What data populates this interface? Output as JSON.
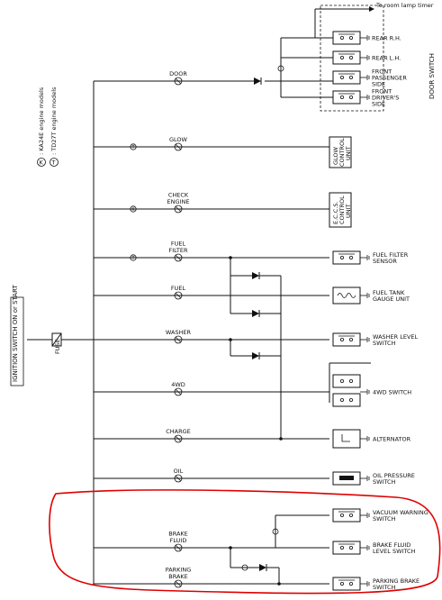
{
  "lamp_note": "To room lamp timer",
  "ignition_switch": "IGNITION SWITCH ON or START",
  "fuse": "FUSE",
  "legend": [
    {
      "mark": "K",
      "text": ": KA24E engine models"
    },
    {
      "mark": "T",
      "text": ": TD27T engine models"
    }
  ],
  "door_switch_group": "DOOR SWITCH",
  "door_switches": [
    {
      "name": "REAR R.H.",
      "lines": [
        "REAR R.H."
      ]
    },
    {
      "name": "REAR L.H.",
      "lines": [
        "REAR L.H."
      ]
    },
    {
      "name": "FRONT PASSENGER SIDE",
      "lines": [
        "FRONT",
        "PASSENGER",
        "SIDE"
      ]
    },
    {
      "name": "FRONT DRIVER'S SIDE",
      "lines": [
        "FRONT",
        "DRIVER'S",
        "SIDE"
      ]
    }
  ],
  "indicators": [
    {
      "label": "DOOR",
      "lines": [
        "DOOR"
      ],
      "marker": ""
    },
    {
      "label": "GLOW",
      "lines": [
        "GLOW"
      ],
      "marker": "T"
    },
    {
      "label": "CHECK ENGINE",
      "lines": [
        "CHECK",
        "ENGINE"
      ],
      "marker": "K"
    },
    {
      "label": "FUEL FILTER",
      "lines": [
        "FUEL",
        "FILTER"
      ],
      "marker": "T"
    },
    {
      "label": "FUEL",
      "lines": [
        "FUEL"
      ],
      "marker": ""
    },
    {
      "label": "WASHER",
      "lines": [
        "WASHER"
      ],
      "marker": ""
    },
    {
      "label": "4WD",
      "lines": [
        "4WD"
      ],
      "marker": ""
    },
    {
      "label": "CHARGE",
      "lines": [
        "CHARGE"
      ],
      "marker": ""
    },
    {
      "label": "OIL",
      "lines": [
        "OIL"
      ],
      "marker": ""
    },
    {
      "label": "BRAKE FLUID",
      "lines": [
        "BRAKE",
        "FLUID"
      ],
      "marker": ""
    },
    {
      "label": "PARKING BRAKE",
      "lines": [
        "PARKING",
        "BRAKE"
      ],
      "marker": ""
    }
  ],
  "glow_unit": [
    "GLOW",
    "CONTROL",
    "UNIT"
  ],
  "eccs_unit": [
    "E.C.C.S.",
    "CONTROL",
    "UNIT"
  ],
  "devices": [
    {
      "name": "FUEL FILTER SENSOR",
      "lines": [
        "FUEL FILTER",
        "SENSOR"
      ]
    },
    {
      "name": "FUEL TANK GAUGE UNIT",
      "lines": [
        "FUEL TANK",
        "GAUGE UNIT"
      ]
    },
    {
      "name": "WASHER LEVEL SWITCH",
      "lines": [
        "WASHER LEVEL",
        "SWITCH"
      ]
    },
    {
      "name": "4WD SWITCH",
      "lines": [
        "4WD SWITCH"
      ]
    },
    {
      "name": "ALTERNATOR",
      "lines": [
        "ALTERNATOR"
      ]
    },
    {
      "name": "OIL PRESSURE SWITCH",
      "lines": [
        "OIL PRESSURE",
        "SWITCH"
      ]
    },
    {
      "name": "VACUUM WARNING SWITCH",
      "lines": [
        "VACUUM WARNING",
        "SWITCH"
      ]
    },
    {
      "name": "BRAKE FLUID LEVEL SWITCH",
      "lines": [
        "BRAKE FLUID",
        "LEVEL SWITCH"
      ]
    },
    {
      "name": "PARKING BRAKE SWITCH",
      "lines": [
        "PARKING BRAKE",
        "SWITCH"
      ]
    }
  ],
  "annotation_color": "#e00000"
}
